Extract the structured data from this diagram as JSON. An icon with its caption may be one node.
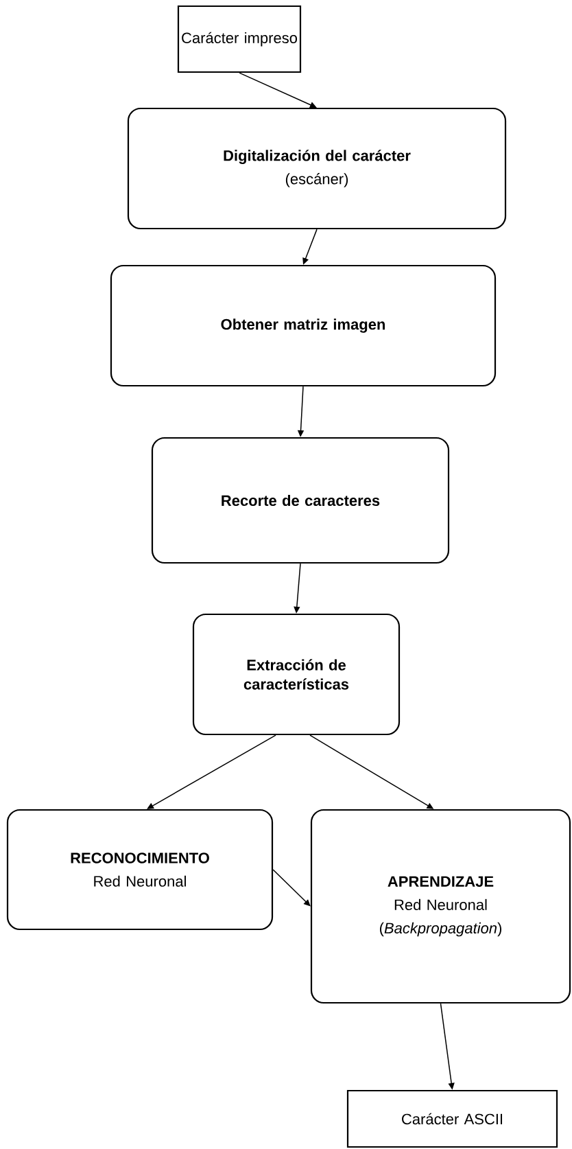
{
  "diagram": {
    "nodes": [
      {
        "text": [
          "Carácter impreso"
        ]
      },
      {
        "text": [
          "Digitalización del carácter",
          "(escáner)"
        ]
      },
      {
        "text": [
          "Obtener matriz imagen"
        ]
      },
      {
        "text": [
          "Recorte de caracteres"
        ]
      },
      {
        "text": [
          "Extracción de características"
        ]
      },
      {
        "text": [
          "RECONOCIMIENTO",
          "Red Neuronal"
        ]
      },
      {
        "text": [
          "APRENDIZAJE",
          "Red Neuronal",
          "(*Backpropagation*)"
        ]
      },
      {
        "text": [
          "Carácter ASCII"
        ]
      }
    ],
    "edges": [
      {
        "from": 0,
        "to": 1,
        "arrow": "to"
      },
      {
        "from": 1,
        "to": 2,
        "arrow": "to"
      },
      {
        "from": 2,
        "to": 3,
        "arrow": "to"
      },
      {
        "from": 3,
        "to": 4,
        "arrow": "to"
      },
      {
        "from": 4,
        "to": 5,
        "arrow": "to"
      },
      {
        "from": 4,
        "to": 6,
        "arrow": "to"
      },
      {
        "from": 5,
        "to": 6,
        "arrow": "to"
      },
      {
        "from": 6,
        "to": 7,
        "arrow": "to"
      }
    ]
  }
}
